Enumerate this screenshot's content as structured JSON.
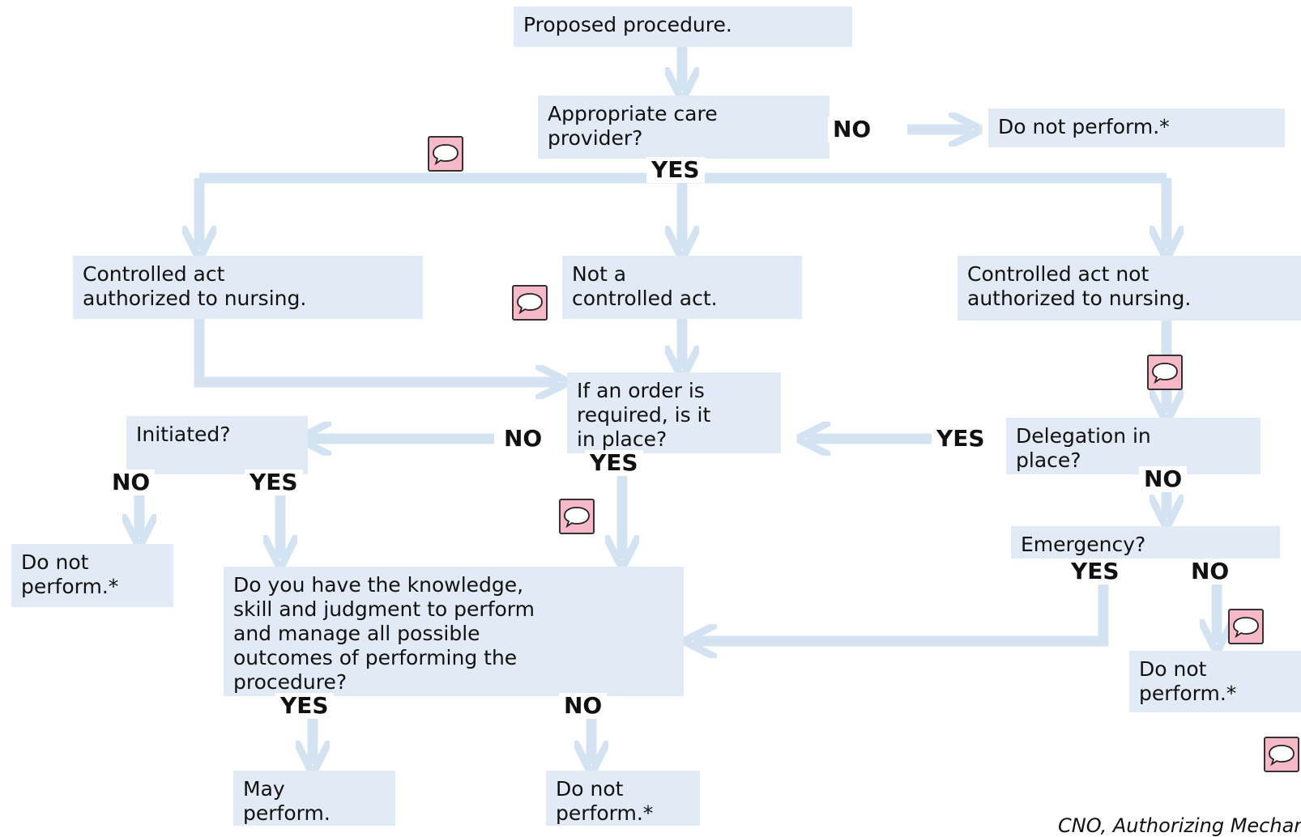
{
  "boxes": {
    "proposed": "Proposed procedure.",
    "appropriate": "Appropriate care\nprovider?",
    "donot_top": "Do not perform.*",
    "controlled_auth": "Controlled act\nauthorized to nursing.",
    "not_controlled": "Not a\ncontrolled act.",
    "controlled_not_auth": "Controlled act not\nauthorized to nursing.",
    "order": "If an order is\nrequired, is it\nin place?",
    "initiated": "Initiated?",
    "delegation": "Delegation in\nplace?",
    "donot_left": "Do not\nperform.*",
    "emergency": "Emergency?",
    "knowledge": "Do you have the knowledge,\nskill and judgment to perform\nand manage all possible\noutcomes of performing the\nprocedure?",
    "donot_right": "Do not\nperform.*",
    "may": "May\nperform.",
    "donot_bottom": "Do not\nperform.*"
  },
  "labels": {
    "no_appropriate": "NO",
    "yes_appropriate": "YES",
    "no_order": "NO",
    "yes_order": "YES",
    "yes_delegation": "YES",
    "no_delegation": "NO",
    "no_initiated": "NO",
    "yes_initiated": "YES",
    "yes_emergency": "YES",
    "no_emergency": "NO",
    "yes_knowledge": "YES",
    "no_knowledge": "NO"
  },
  "citation": "CNO, Authorizing Mechanisms",
  "colors": {
    "box_fill": "#e2ebf5",
    "arrow": "#d4e3f1",
    "comment_fill": "#f7b9c8"
  },
  "icons": [
    "comment-icon"
  ]
}
